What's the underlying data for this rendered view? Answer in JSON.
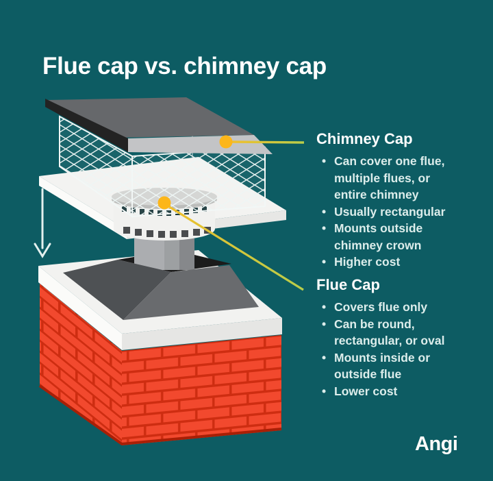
{
  "title": "Flue cap vs. chimney cap",
  "brand": {
    "logo": "Angi"
  },
  "colors": {
    "background": "#0d5c63",
    "accent_dot": "#fcb61a",
    "callout_line_start": "#eec338",
    "callout_line_end": "#b5cc4d",
    "brick": "#f2492e",
    "mortar": "#ce2d11",
    "text": "#dcedeb",
    "heading": "#ffffff"
  },
  "sections": [
    {
      "heading": "Chimney Cap",
      "bullets": [
        "Can cover one flue,\nmultiple flues, or\nentire chimney",
        "Usually rectangular",
        "Mounts outside\nchimney crown",
        "Higher cost"
      ]
    },
    {
      "heading": "Flue Cap",
      "bullets": [
        "Covers flue only",
        "Can be round,\nrectangular, or oval",
        "Mounts inside or\noutside flue",
        "Lower cost"
      ]
    }
  ],
  "diagram": {
    "parts": [
      "chimney-cap-roof",
      "mesh-screen",
      "chimney-crown-slab",
      "flue-cap",
      "flue-pipe",
      "chimney-crown",
      "brick-chimney",
      "down-arrow"
    ]
  }
}
